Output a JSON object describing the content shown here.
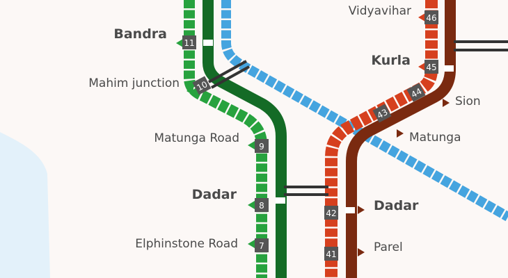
{
  "colors": {
    "background": "#fcf8f6",
    "western_line": "#27a23e",
    "western_fast": "#146b26",
    "harbour_line": "#45a4df",
    "central_line": "#d6401e",
    "central_fast": "#7a2a10",
    "number_badge": "#555555",
    "label_text": "#4a4a4a",
    "water": "#e3f1fa",
    "interchange": "#333333"
  },
  "stations": {
    "bandra": {
      "name": "Bandra",
      "number": "11"
    },
    "mahim": {
      "name": "Mahim junction",
      "number": "10"
    },
    "matunga_road": {
      "name": "Matunga Road",
      "number": "9"
    },
    "dadar_west": {
      "name": "Dadar",
      "number": "8"
    },
    "elphinstone": {
      "name": "Elphinstone Road",
      "number": "7"
    },
    "vidyavihar": {
      "name": "Vidyavihar",
      "number": "46"
    },
    "kurla": {
      "name": "Kurla",
      "number": "45"
    },
    "sion": {
      "name": "Sion",
      "number": "44"
    },
    "matunga": {
      "name": "Matunga",
      "number": "43"
    },
    "dadar_central": {
      "name": "Dadar",
      "number": "42"
    },
    "parel": {
      "name": "Parel",
      "number": "41"
    }
  }
}
